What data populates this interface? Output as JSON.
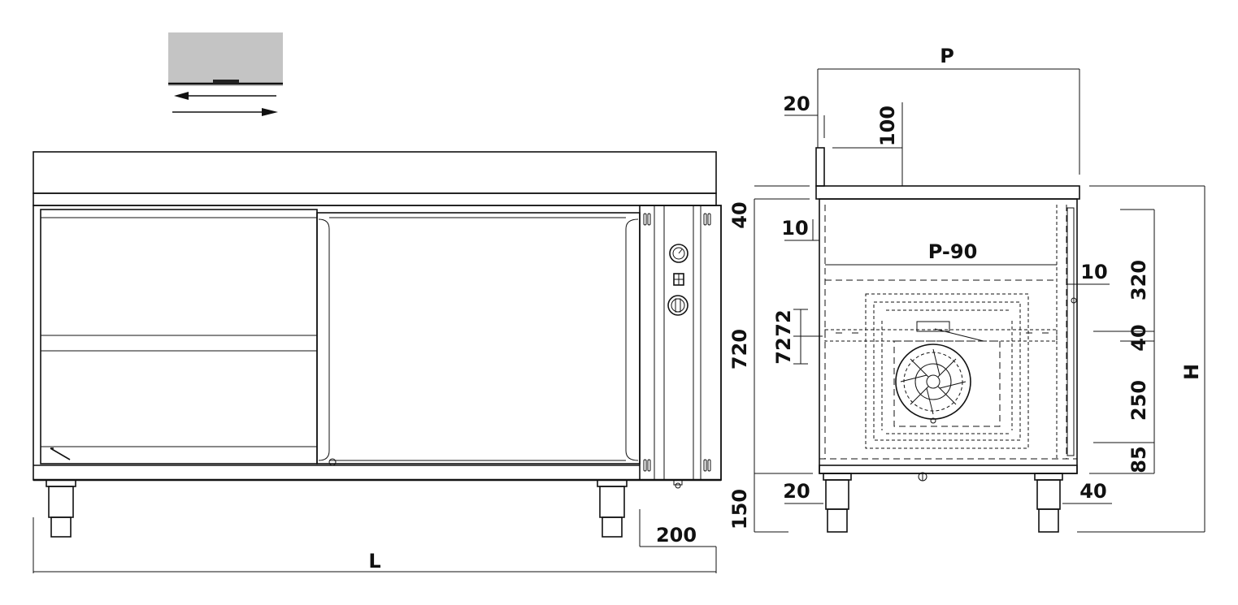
{
  "front_view": {
    "length_label": "L",
    "side_dim_label": "200"
  },
  "side_view": {
    "depth_label": "P",
    "inner_depth_label": "P-90",
    "height_label": "H",
    "upstand_thickness": "20",
    "upstand_height": "100",
    "top_thickness": "40",
    "left_panel_gap": "10",
    "right_panel_gap": "10",
    "body_height": "720",
    "leg_height": "150",
    "guide_spacing_upper": "72",
    "guide_spacing_lower": "72",
    "leg_offset_left": "20",
    "leg_offset_right": "40",
    "right_dim_upper": "320",
    "right_dim_mid": "40",
    "right_dim_lower": "250",
    "right_dim_bottom": "85"
  },
  "colors": {
    "line": "#111111",
    "inset_fill": "#c4c4c4"
  }
}
